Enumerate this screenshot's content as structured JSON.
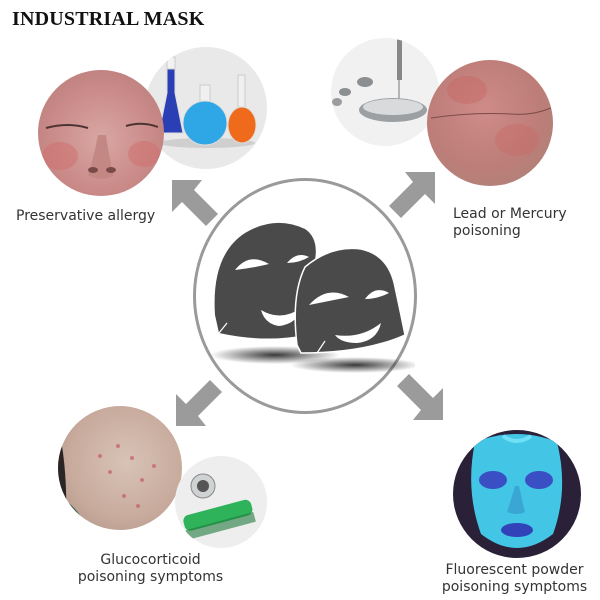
{
  "title": "INDUSTRIAL MASK",
  "center": {
    "icon": "sheet-mask-icon",
    "description": "Two dark grey face sheet masks smiling inside a grey circle"
  },
  "items": [
    {
      "id": "preservative",
      "label_lines": [
        "Preservative allergy"
      ],
      "images": [
        "red-swollen-face",
        "chemical-flasks"
      ],
      "arrow": "up-left"
    },
    {
      "id": "lead-mercury",
      "label_lines": [
        "Lead or Mercury",
        "poisoning"
      ],
      "images": [
        "mercury-droplets",
        "red-irritated-skin"
      ],
      "arrow": "up-right"
    },
    {
      "id": "glucocorticoid",
      "label_lines": [
        "Glucocorticoid",
        "poisoning symptoms"
      ],
      "images": [
        "acne-cheek",
        "syringe-vial"
      ],
      "arrow": "down-left"
    },
    {
      "id": "fluorescent",
      "label_lines": [
        "Fluorescent powder",
        "poisoning symptoms"
      ],
      "images": [
        "uv-fluorescent-face"
      ],
      "arrow": "down-right"
    }
  ],
  "colors": {
    "arrow": "#9b9b9b",
    "ring": "#9a9a9a",
    "mask": "#4a4a4a",
    "text": "#333333"
  }
}
